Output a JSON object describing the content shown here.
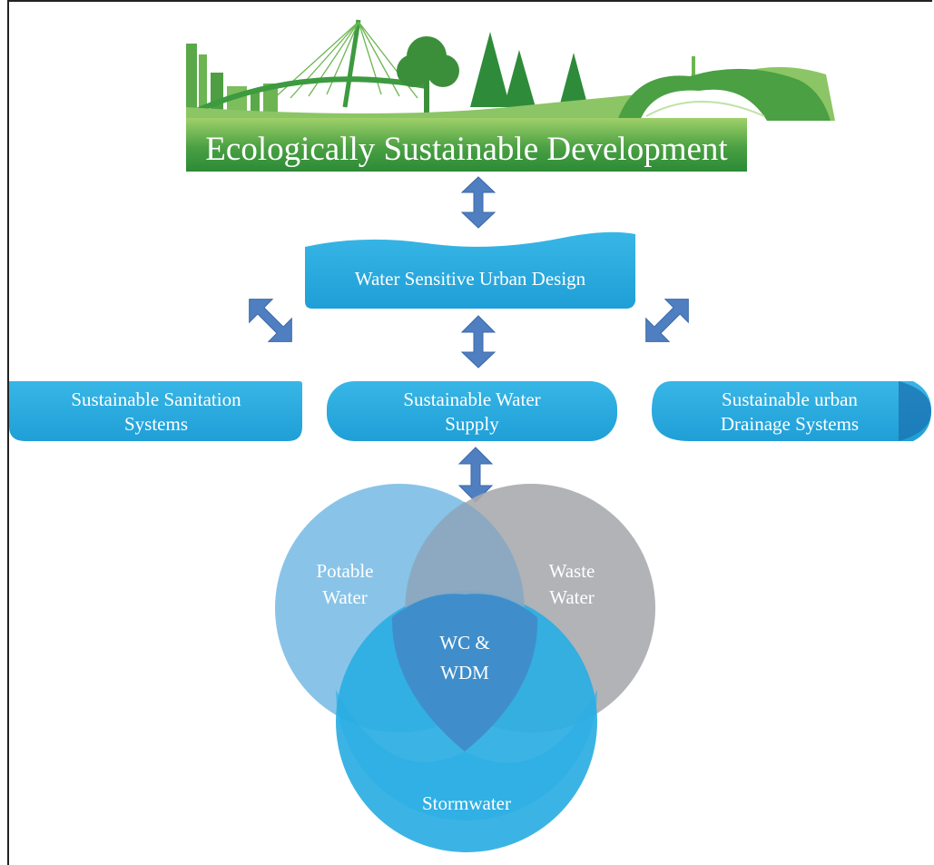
{
  "banner": {
    "title": "Ecologically Sustainable Development"
  },
  "wsud": {
    "label": "Water Sensitive Urban Design"
  },
  "systems": [
    {
      "line1": "Sustainable Sanitation",
      "line2": "Systems"
    },
    {
      "line1": "Sustainable Water",
      "line2": "Supply"
    },
    {
      "line1": "Sustainable urban",
      "line2": "Drainage Systems"
    }
  ],
  "venn": {
    "potable": {
      "line1": "Potable",
      "line2": "Water"
    },
    "waste": {
      "line1": "Waste",
      "line2": "Water"
    },
    "center": {
      "line1": "WC &",
      "line2": "WDM"
    },
    "stormwater": "Stormwater"
  },
  "colors": {
    "green": "#2e8b3a",
    "green_light": "#6fb34a",
    "blue_box": "#29a8dc",
    "arrow": "#4f7fc0",
    "potable": "#7fbfe6",
    "waste": "#a9abaf",
    "storm": "#2aaee3",
    "center": "#3f8ecb"
  }
}
